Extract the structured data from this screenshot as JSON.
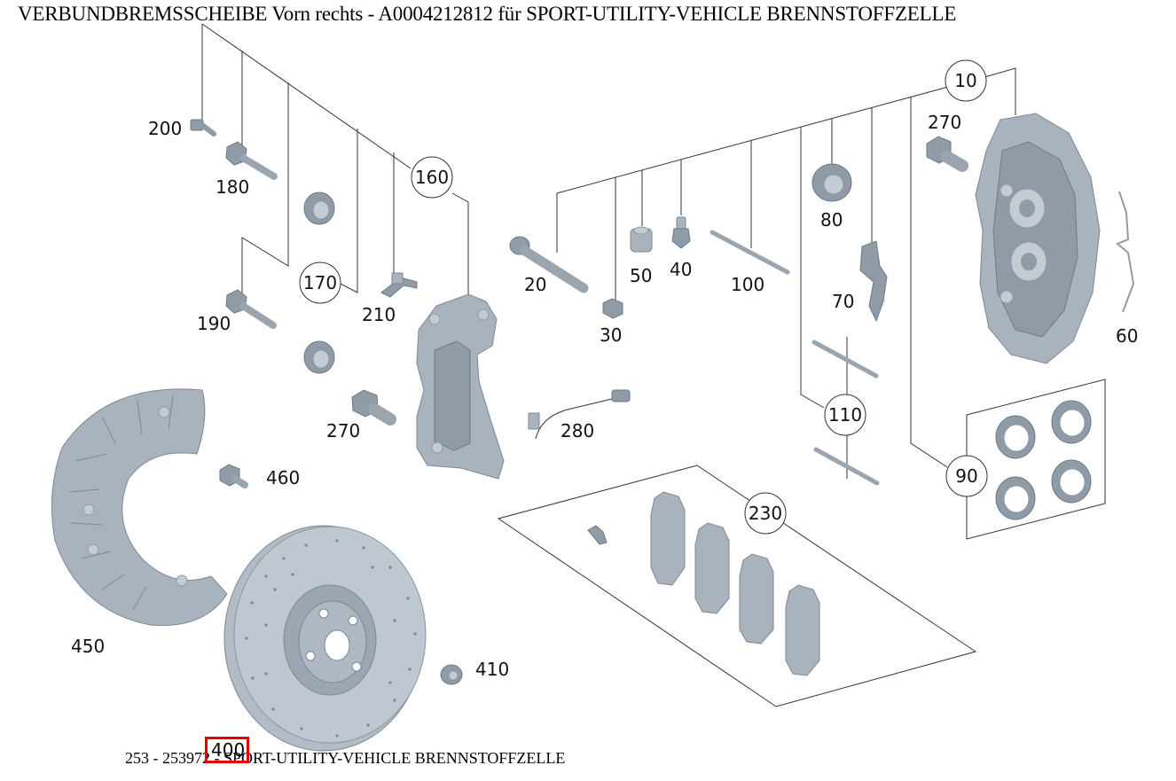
{
  "title": "VERBUNDBREMSSCHEIBE Vorn rechts - A0004212812 für SPORT-UTILITY-VEHICLE BRENNSTOFFZELLE",
  "footer": "253 - 253972 - SPORT-UTILITY-VEHICLE BRENNSTOFFZELLE",
  "highlighted_part": "400",
  "highlight_color": "#e60000",
  "parts": {
    "p10": "10",
    "p20": "20",
    "p30": "30",
    "p40": "40",
    "p50": "50",
    "p60": "60",
    "p70": "70",
    "p80": "80",
    "p90": "90",
    "p100": "100",
    "p110": "110",
    "p160": "160",
    "p170": "170",
    "p180": "180",
    "p190": "190",
    "p200": "200",
    "p210": "210",
    "p230": "230",
    "p270a": "270",
    "p270b": "270",
    "p280": "280",
    "p410": "410",
    "p450": "450",
    "p460": "460"
  },
  "icons": {
    "brake_disc": "brake-disc-icon",
    "caliper": "brake-caliper-icon",
    "carrier": "caliper-carrier-icon",
    "splash_shield": "splash-shield-icon",
    "brake_pads": "brake-pad-icon",
    "bolt": "bolt-icon"
  }
}
